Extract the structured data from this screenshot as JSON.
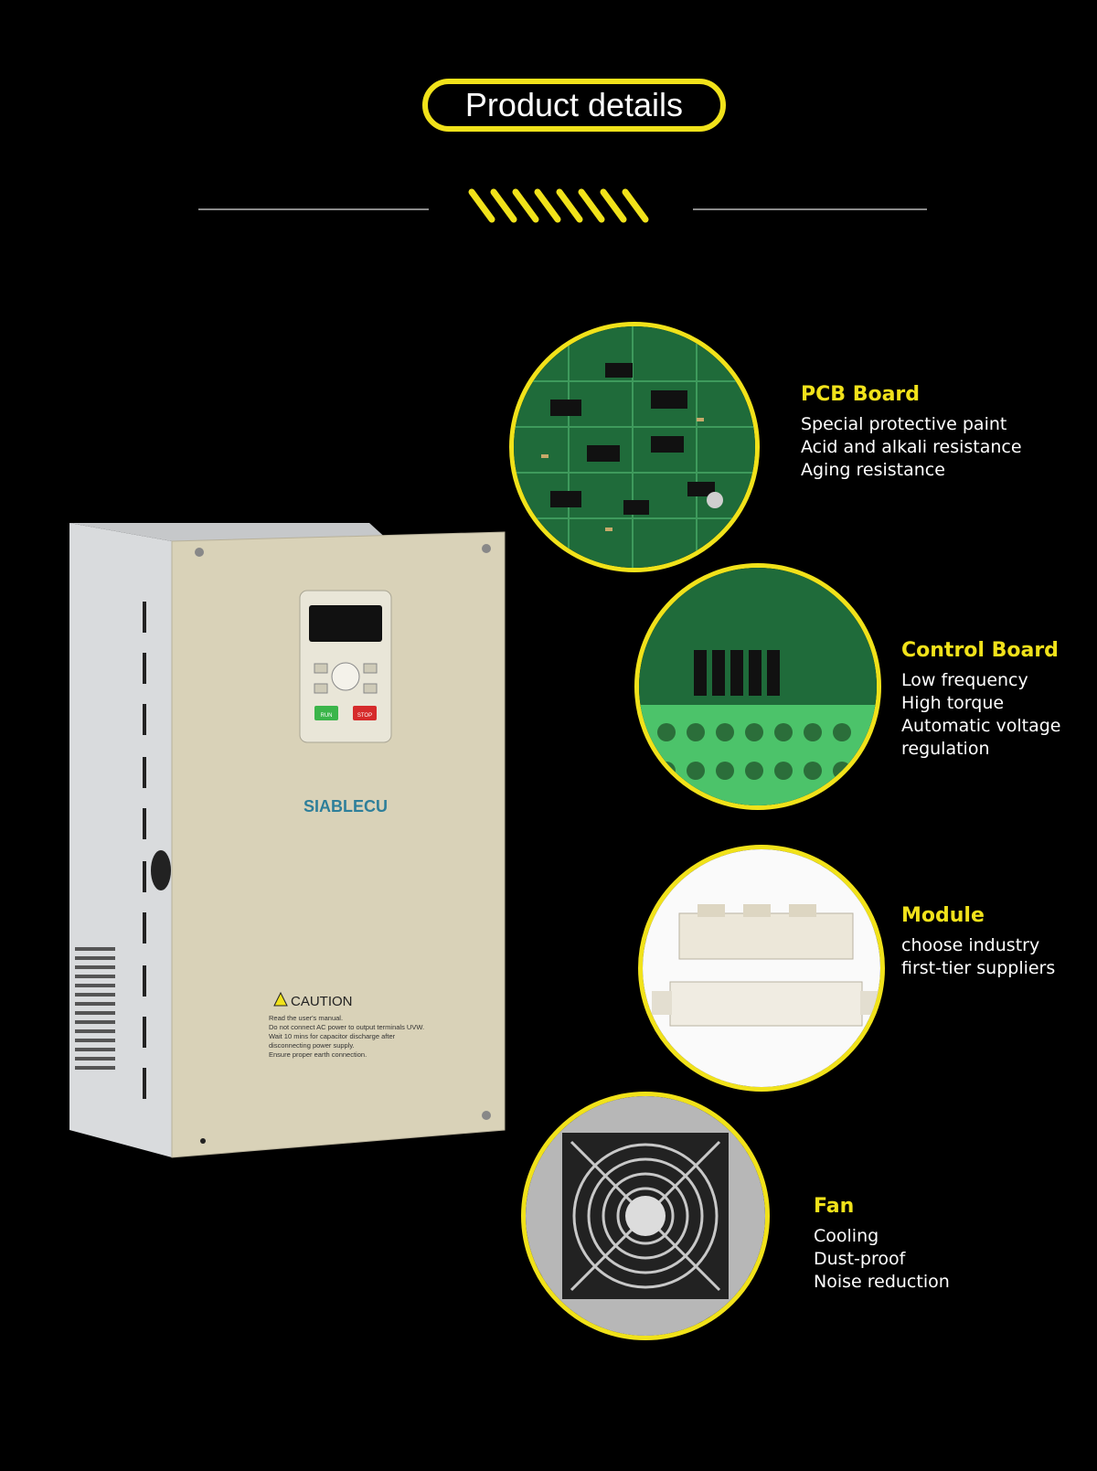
{
  "header": {
    "title": "Product details"
  },
  "product": {
    "brand": "SIABLECU",
    "caution_title": "CAUTION",
    "caution_lines": [
      "Read the user's manual.",
      "Do not connect AC power to output terminals UVW.",
      "Wait 10 mins for capacitor discharge after",
      "disconnecting power supply.",
      "Ensure proper earth connection."
    ],
    "keypad": {
      "run_label": "RUN",
      "stop_label": "STOP"
    }
  },
  "features": [
    {
      "title": "PCB Board",
      "lines": [
        "Special protective paint",
        "Acid and alkali resistance",
        "Aging resistance"
      ]
    },
    {
      "title": "Control Board",
      "lines": [
        "Low frequency",
        "High torque",
        "Automatic voltage",
        "regulation"
      ]
    },
    {
      "title": "Module",
      "lines": [
        "choose industry",
        "first-tier suppliers"
      ]
    },
    {
      "title": "Fan",
      "lines": [
        "Cooling",
        "Dust-proof",
        "Noise reduction"
      ]
    }
  ],
  "colors": {
    "accent": "#f1e21a",
    "background": "#000000",
    "pcb_green": "#1f6b3a",
    "terminal_green": "#4cc36a",
    "cabinet_beige": "#d9d2b8",
    "brand_teal": "#2e7f9a"
  }
}
